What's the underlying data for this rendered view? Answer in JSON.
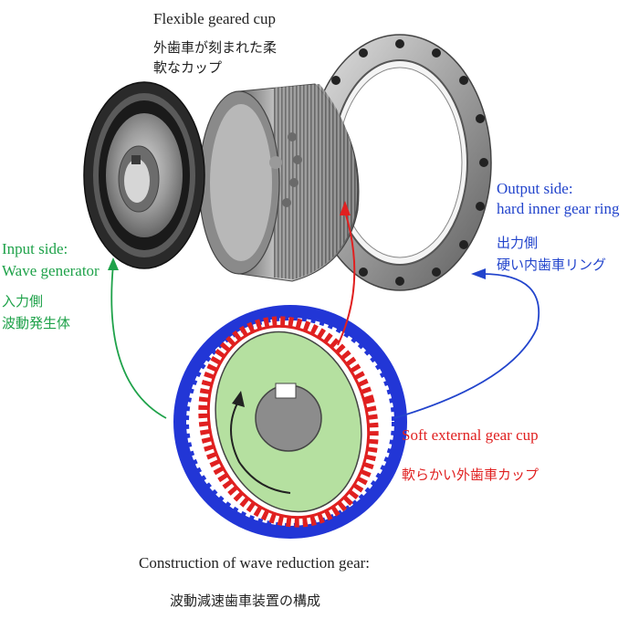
{
  "labels": {
    "flexible_cup_en": "Flexible geared cup",
    "flexible_cup_jp_line1": "外歯車が刻まれた柔",
    "flexible_cup_jp_line2": "軟なカップ",
    "input_en_line1": "Input side:",
    "input_en_line2": "Wave generator",
    "input_jp_line1": "入力側",
    "input_jp_line2": "波動発生体",
    "output_en_line1": "Output side:",
    "output_en_line2": "hard inner gear ring",
    "output_jp_line1": "出力側",
    "output_jp_line2": "硬い内歯車リング",
    "soft_cup_en": "Soft external gear cup",
    "soft_cup_jp": "軟らかい外歯車カップ",
    "caption_en": "Construction of wave reduction gear:",
    "caption_jp": "波動減速歯車装置の構成"
  },
  "colors": {
    "input": "#1fa24a",
    "output": "#2244cc",
    "soft_cup": "#e02020",
    "text": "#222222",
    "wave_generator_fill": "#b5e0a0",
    "ring_outer": "#2236d6",
    "ring_teeth_bg": "#ffffff",
    "hub": "#8c8c8c"
  },
  "icons": [
    "rotation-arrow-icon",
    "keyway-icon"
  ]
}
